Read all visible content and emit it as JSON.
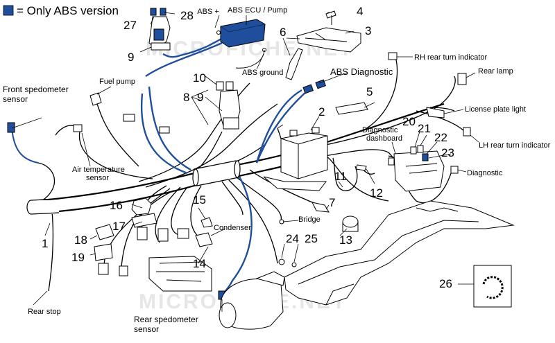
{
  "legend": {
    "color": "#1f4e9c",
    "text": "= Only ABS version"
  },
  "watermarks": [
    "MICROFICHE.NET",
    "MICROFICHE.NET"
  ],
  "labels": {
    "abs_ecu_pump": "ABS ECU / Pump",
    "abs_plus": "ABS +",
    "abs_ground": "ABS ground",
    "abs_diagnostic": "ABS Diagnostic",
    "rh_rear_turn": "RH rear turn indicator",
    "rear_lamp": "Rear lamp",
    "license_plate": "License plate light",
    "lh_rear_turn": "LH rear turn indicator",
    "diagnostic_dashboard_1": "Diagnostic",
    "diagnostic_dashboard_2": "dashboard",
    "diagnostic": "Diagnostic",
    "front_speedo_1": "Front spedometer",
    "front_speedo_2": "sensor",
    "fuel_pump": "Fuel pump",
    "air_temp_1": "Air temperature",
    "air_temp_2": "sensor",
    "condenser": "Condenser",
    "bridge": "Bridge",
    "rear_stop": "Rear stop",
    "rear_speedo_1": "Rear spedometer",
    "rear_speedo_2": "sensor"
  },
  "part_numbers": {
    "n1": "1",
    "n2": "2",
    "n3": "3",
    "n4": "4",
    "n5": "5",
    "n6": "6",
    "n7": "7",
    "n8": "8",
    "n9a": "9",
    "n9b": "9",
    "n10": "10",
    "n11": "11",
    "n12": "12",
    "n13": "13",
    "n14": "14",
    "n15": "15",
    "n16": "16",
    "n17": "17",
    "n18": "18",
    "n19": "19",
    "n20": "20",
    "n21": "21",
    "n22": "22",
    "n23": "23",
    "n24": "24",
    "n25": "25",
    "n26": "26",
    "n27": "27",
    "n28": "28"
  }
}
